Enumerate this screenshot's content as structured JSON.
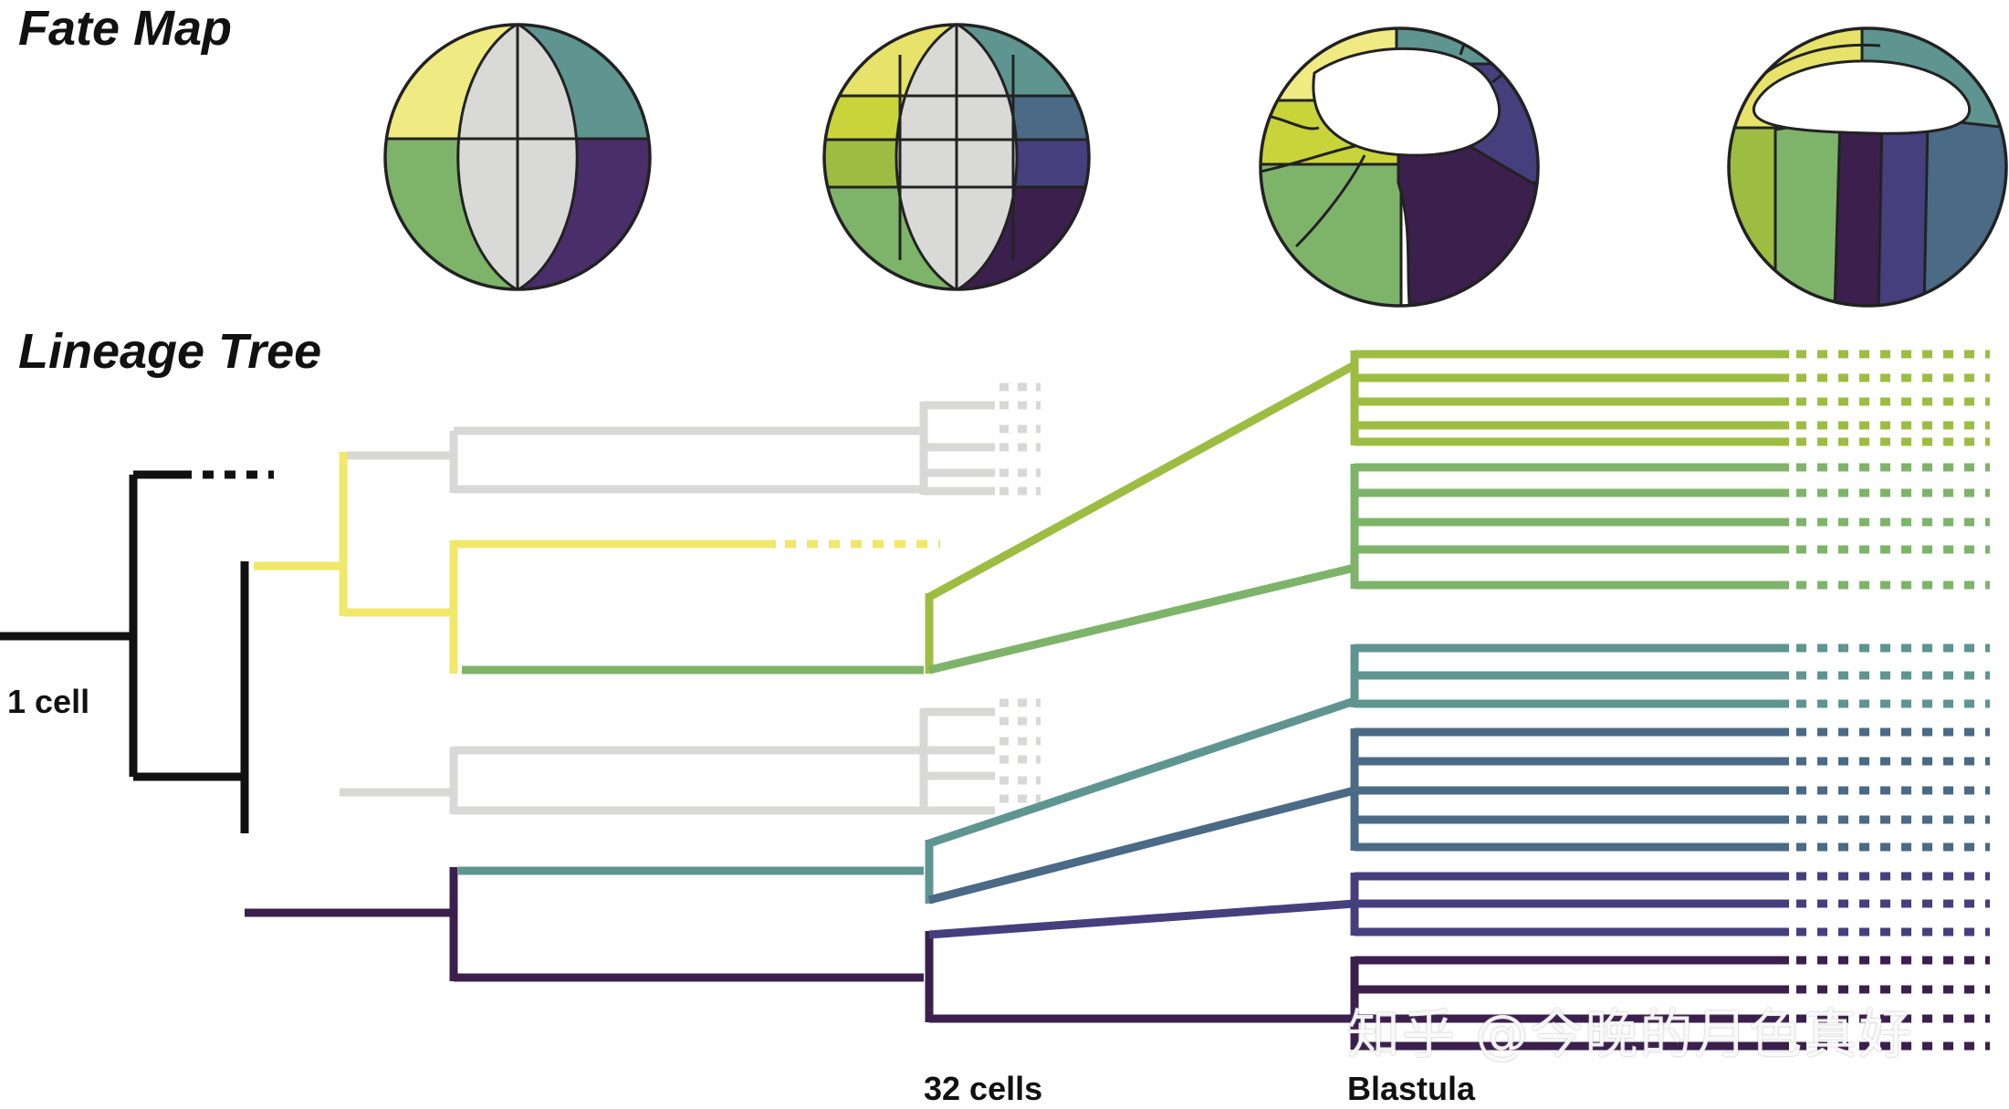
{
  "headings": {
    "fate_map": "Fate Map",
    "lineage_tree": "Lineage Tree"
  },
  "labels": {
    "one_cell": "1 cell",
    "thirty_two_cells": "32 cells",
    "blastula": "Blastula"
  },
  "watermark": "知乎 @今晚的月色真好",
  "colors": {
    "root": "#111111",
    "grey_lineage": "#d8d8d6",
    "yellow": "#f0e86a",
    "green_light": "#9dbd42",
    "green": "#7eb46a",
    "teal": "#5f9590",
    "slate": "#4a6a86",
    "indigo": "#463f7e",
    "purple_dark": "#3b1f4d",
    "cell_grey": "#d9d9d7",
    "outline": "#222222"
  }
}
